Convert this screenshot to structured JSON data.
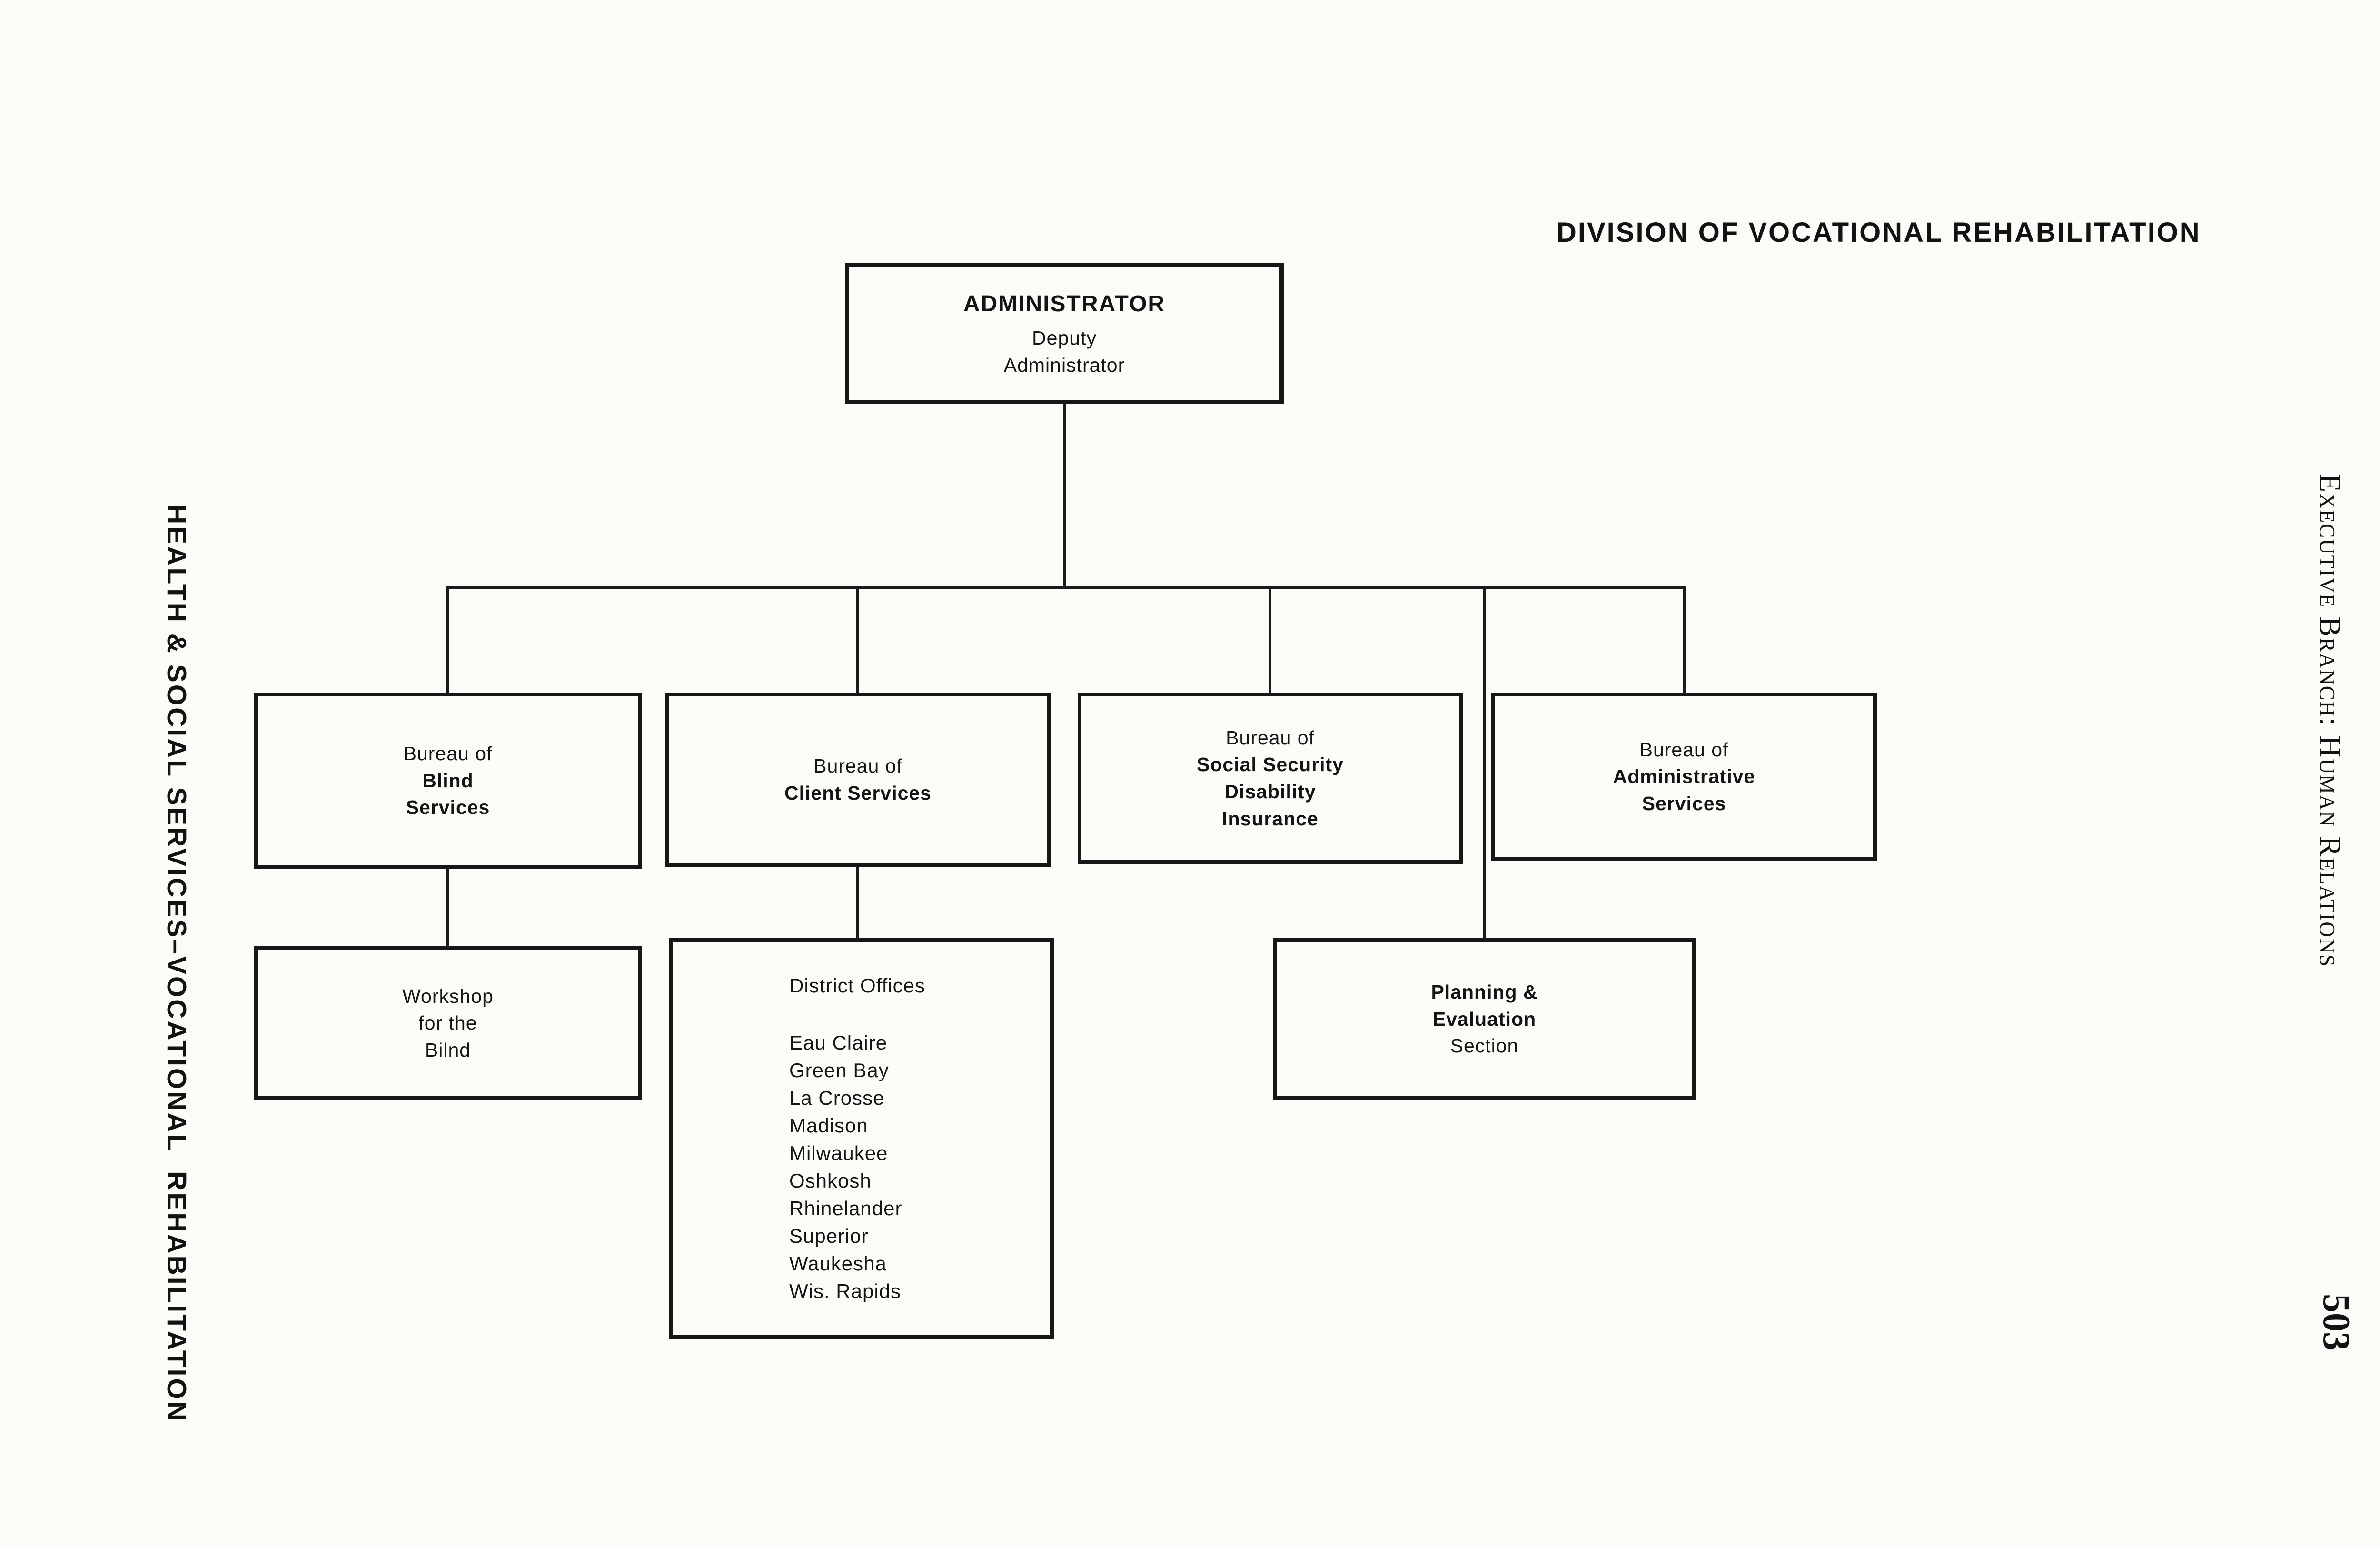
{
  "header": {
    "title": "DIVISION OF VOCATIONAL REHABILITATION"
  },
  "margins": {
    "left_text": "HEALTH & SOCIAL SERVICES–VOCATIONAL  REHABILITATION",
    "right_text": "Executive Branch: Human Relations",
    "page_number": "503"
  },
  "org": {
    "root": {
      "title": "ADMINISTRATOR",
      "line1": "Deputy",
      "line2": "Administrator"
    },
    "bureau_blind": {
      "prefix": "Bureau of",
      "line1": "Blind",
      "line2": "Services"
    },
    "bureau_client": {
      "prefix": "Bureau of",
      "line1": "Client Services"
    },
    "bureau_ssdi": {
      "prefix": "Bureau of",
      "line1": "Social Security",
      "line2": "Disability",
      "line3": "Insurance"
    },
    "bureau_admin": {
      "prefix": "Bureau of",
      "line1": "Administrative",
      "line2": "Services"
    },
    "workshop": {
      "line1": "Workshop",
      "line2": "for the",
      "line3": "Bilnd"
    },
    "district": {
      "title": "District Offices",
      "offices": [
        "Eau Claire",
        "Green Bay",
        "La Crosse",
        "Madison",
        "Milwaukee",
        "Oshkosh",
        "Rhinelander",
        "Superior",
        "Waukesha",
        "Wis. Rapids"
      ]
    },
    "planning": {
      "line1": "Planning &",
      "line2": "Evaluation",
      "line3": "Section"
    }
  }
}
